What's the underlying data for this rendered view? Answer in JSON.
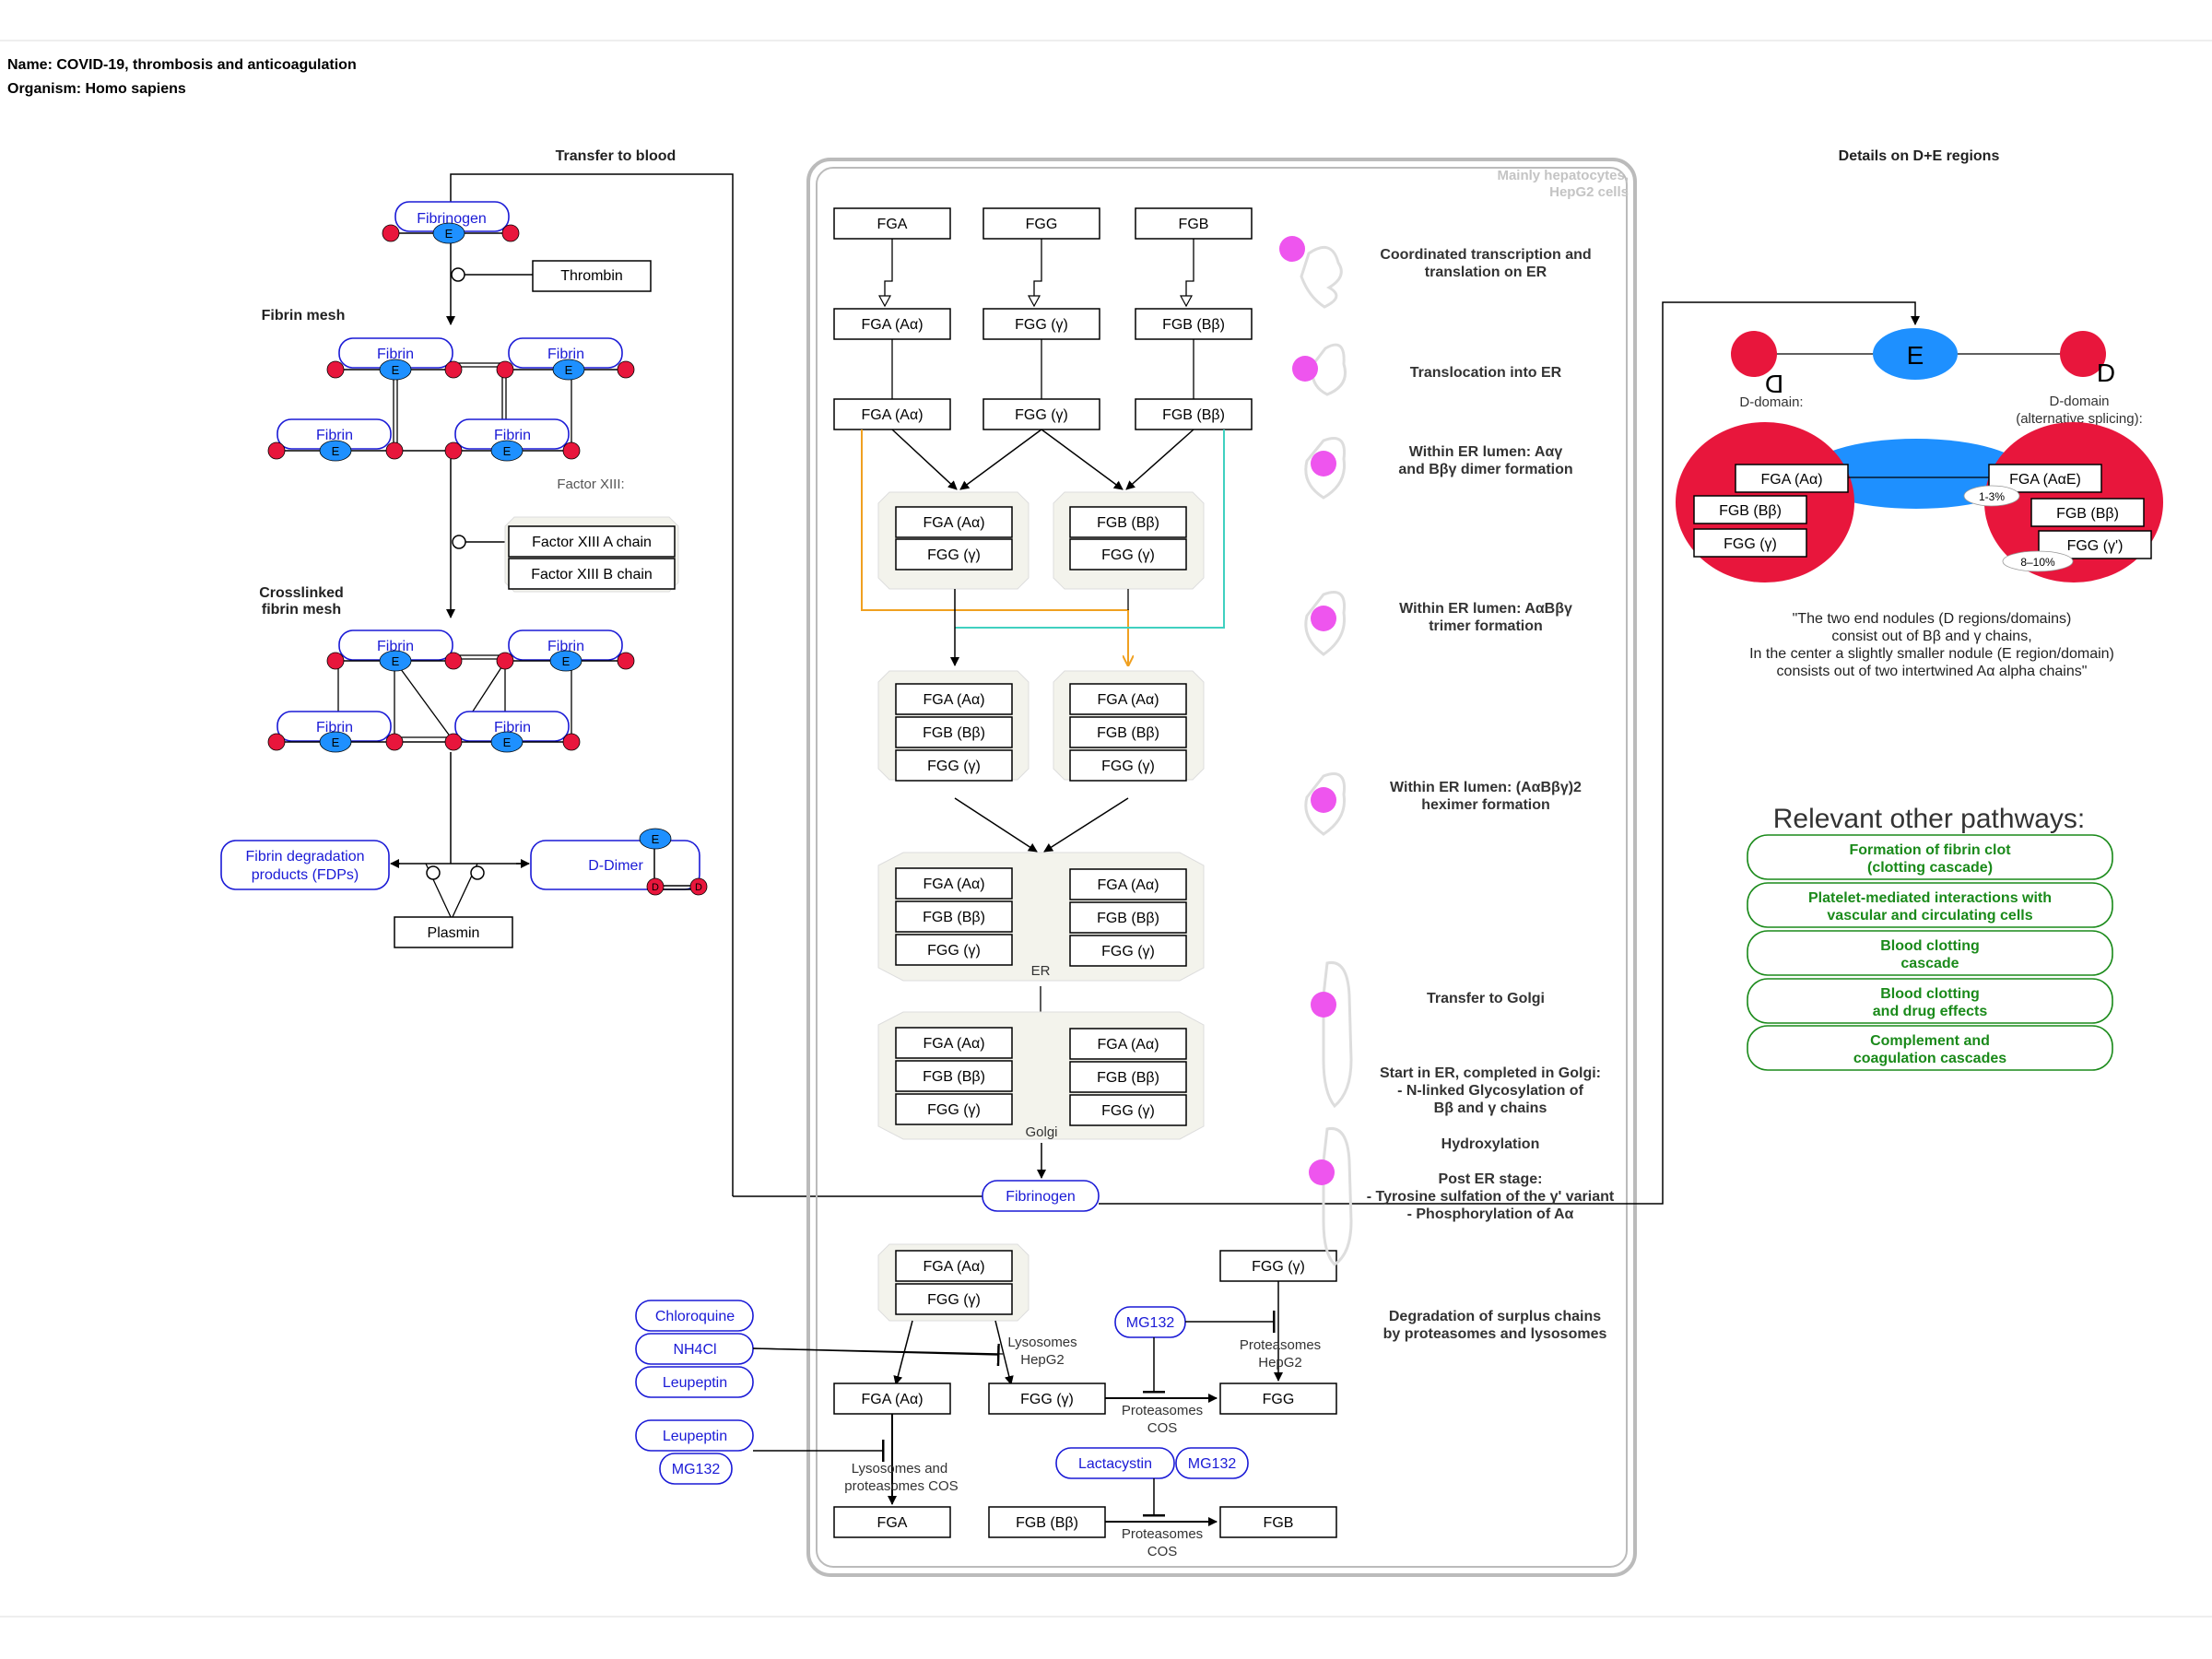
{
  "header": {
    "name": "Name: COVID-19, thrombosis and anticoagulation",
    "organism": "Organism: Homo sapiens"
  },
  "colors": {
    "blue_label": "#1a1ad6",
    "d_domain": "#e8163c",
    "e_domain": "#1e90ff",
    "pathway_green": "#1a8a1a",
    "magenta": "#ee55ee",
    "orange_line": "#f0a020",
    "teal_line": "#40d0c0"
  },
  "left": {
    "transfer_to_blood": "Transfer to blood",
    "fibrinogen": "Fibrinogen",
    "thrombin": "Thrombin",
    "fibrin_mesh": "Fibrin mesh",
    "fibrin": "Fibrin",
    "factor_xiii": "Factor XIII:",
    "factor_xiii_a": "Factor XIII A chain",
    "factor_xiii_b": "Factor XIII B chain",
    "crosslinked_1": "Crosslinked",
    "crosslinked_2": "fibrin mesh",
    "fdp_1": "Fibrin degradation",
    "fdp_2": "products (FDPs)",
    "ddimer": "D-Dimer",
    "plasmin": "Plasmin",
    "e": "E",
    "d": "D"
  },
  "center": {
    "compartment_1": "Mainly hepatocytes,",
    "compartment_2": "HepG2 cells",
    "genes": [
      "FGA",
      "FGG",
      "FGB"
    ],
    "rna": [
      "FGA (Aα)",
      "FGG (γ)",
      "FGB (Bβ)"
    ],
    "prot": [
      "FGA (Aα)",
      "FGG (γ)",
      "FGB (Bβ)"
    ],
    "fga_a": "FGA (Aα)",
    "fgb_b": "FGB (Bβ)",
    "fgg_g": "FGG (γ)",
    "er": "ER",
    "golgi": "Golgi",
    "fibrinogen": "Fibrinogen",
    "fga": "FGA",
    "fgg": "FGG",
    "fgb": "FGB",
    "lysosomes_1": "Lysosomes",
    "lysosomes_2": "HepG2",
    "proteasomes_hep_1": "Proteasomes",
    "proteasomes_hep_2": "HepG2",
    "proteasomes_cos_1": "Proteasomes",
    "proteasomes_cos_2": "COS",
    "lyso_proteasomes_1": "Lysosomes and",
    "lyso_proteasomes_2": "proteasomes COS",
    "chloroquine": "Chloroquine",
    "nh4cl": "NH4Cl",
    "leupeptin": "Leupeptin",
    "mg132": "MG132",
    "lactacystin": "Lactacystin"
  },
  "steps": {
    "s1a": "Coordinated transcription and",
    "s1b": "translation on ER",
    "s2": "Translocation into ER",
    "s3a": "Within ER lumen: Aαγ",
    "s3b": "and Bβγ dimer formation",
    "s4a": "Within ER lumen: AαBβγ",
    "s4b": "trimer formation",
    "s5a": "Within ER lumen: (AαBβγ)2",
    "s5b": "heximer formation",
    "s6": "Transfer to Golgi",
    "s7a": "Start in ER, completed in Golgi:",
    "s7b": "- N-linked Glycosylation of",
    "s7c": "Bβ and γ chains",
    "s8": "Hydroxylation",
    "s9a": "Post ER stage:",
    "s9b": "- Tyrosine sulfation of the γ' variant",
    "s9c": "- Phosphorylation of Aα",
    "s10a": "Degradation of surplus chains",
    "s10b": "by proteasomes and lysosomes"
  },
  "right": {
    "details_title": "Details on D+E regions",
    "e": "E",
    "d": "D",
    "d_domain": "D-domain:",
    "d_domain_alt_1": "D-domain",
    "d_domain_alt_2": "(alternative splicing):",
    "fga_a": "FGA (Aα)",
    "fgb_b": "FGB (Bβ)",
    "fgg_g": "FGG (γ)",
    "fga_ae": "FGA (AαE)",
    "fgg_gp": "FGG (γ')",
    "pct1": "1-3%",
    "pct2": "8–10%",
    "quote_1": "\"The two end nodules (D regions/domains)",
    "quote_2": "consist out of Bβ and γ chains,",
    "quote_3": "In the center a slightly smaller nodule (E region/domain)",
    "quote_4": "consists out of two intertwined Aα alpha chains\"",
    "relevant_title": "Relevant other pathways:",
    "p1a": "Formation of fibrin clot",
    "p1b": "(clotting cascade)",
    "p2a": "Platelet-mediated interactions with",
    "p2b": "vascular and circulating cells",
    "p3a": "Blood clotting",
    "p3b": "cascade",
    "p4a": "Blood clotting",
    "p4b": "and drug effects",
    "p5a": "Complement and",
    "p5b": "coagulation cascades"
  }
}
